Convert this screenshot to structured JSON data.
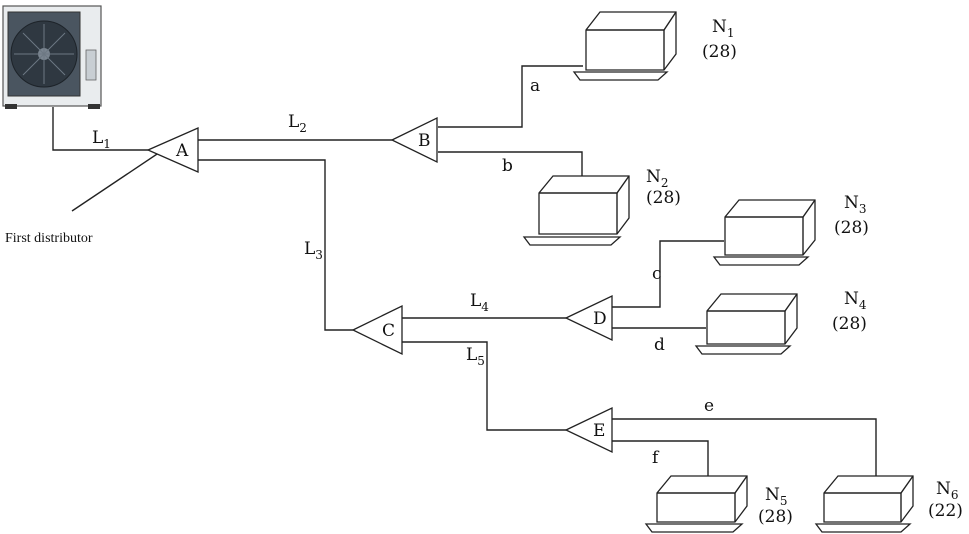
{
  "first_distributor_label": "First distributor",
  "pipes": [
    {
      "name": "L",
      "sub": "1"
    },
    {
      "name": "L",
      "sub": "2"
    },
    {
      "name": "L",
      "sub": "3"
    },
    {
      "name": "L",
      "sub": "4"
    },
    {
      "name": "L",
      "sub": "5"
    },
    {
      "name": "a",
      "sub": ""
    },
    {
      "name": "b",
      "sub": ""
    },
    {
      "name": "c",
      "sub": ""
    },
    {
      "name": "d",
      "sub": ""
    },
    {
      "name": "e",
      "sub": ""
    },
    {
      "name": "f",
      "sub": ""
    }
  ],
  "distributors": [
    "A",
    "B",
    "C",
    "D",
    "E"
  ],
  "indoor_units": [
    {
      "name": "N",
      "sub": "1",
      "capacity": "(28)"
    },
    {
      "name": "N",
      "sub": "2",
      "capacity": "(28)"
    },
    {
      "name": "N",
      "sub": "3",
      "capacity": "(28)"
    },
    {
      "name": "N",
      "sub": "4",
      "capacity": "(28)"
    },
    {
      "name": "N",
      "sub": "5",
      "capacity": "(28)"
    },
    {
      "name": "N",
      "sub": "6",
      "capacity": "(22)"
    }
  ]
}
